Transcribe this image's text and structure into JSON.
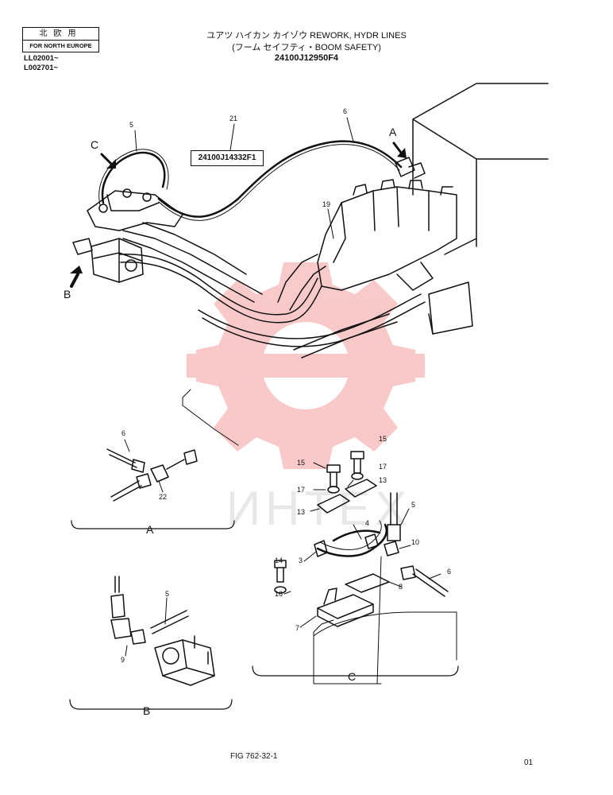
{
  "header": {
    "region_jp": "北欧用",
    "region_en": "FOR NORTH EUROPE",
    "serial_1": "LL02001~",
    "serial_2": "L002701~",
    "title_line1": "ユアツ ハイカン カイゾウ   REWORK, HYDR LINES",
    "title_line2": "(フーム セイフティ・BOOM SAFETY)",
    "title_line3": "24100J12950F4"
  },
  "main_view": {
    "part_box": "24100J14332F1",
    "callouts": [
      "5",
      "21",
      "6",
      "19"
    ],
    "view_letters": [
      "C",
      "A",
      "B"
    ]
  },
  "detail_a": {
    "callouts": [
      "6",
      "22"
    ],
    "label": "A"
  },
  "detail_b": {
    "callouts": [
      "5",
      "9"
    ],
    "label": "B"
  },
  "detail_c": {
    "callouts": [
      "15",
      "15",
      "17",
      "17",
      "13",
      "13",
      "5",
      "4",
      "10",
      "14",
      "3",
      "6",
      "8",
      "16",
      "7"
    ],
    "label": "C"
  },
  "footer": {
    "figure": "FIG 762-32-1",
    "page": "01"
  },
  "watermark": {
    "text": "ИНТЕХ",
    "color": "#f4a0a0"
  }
}
